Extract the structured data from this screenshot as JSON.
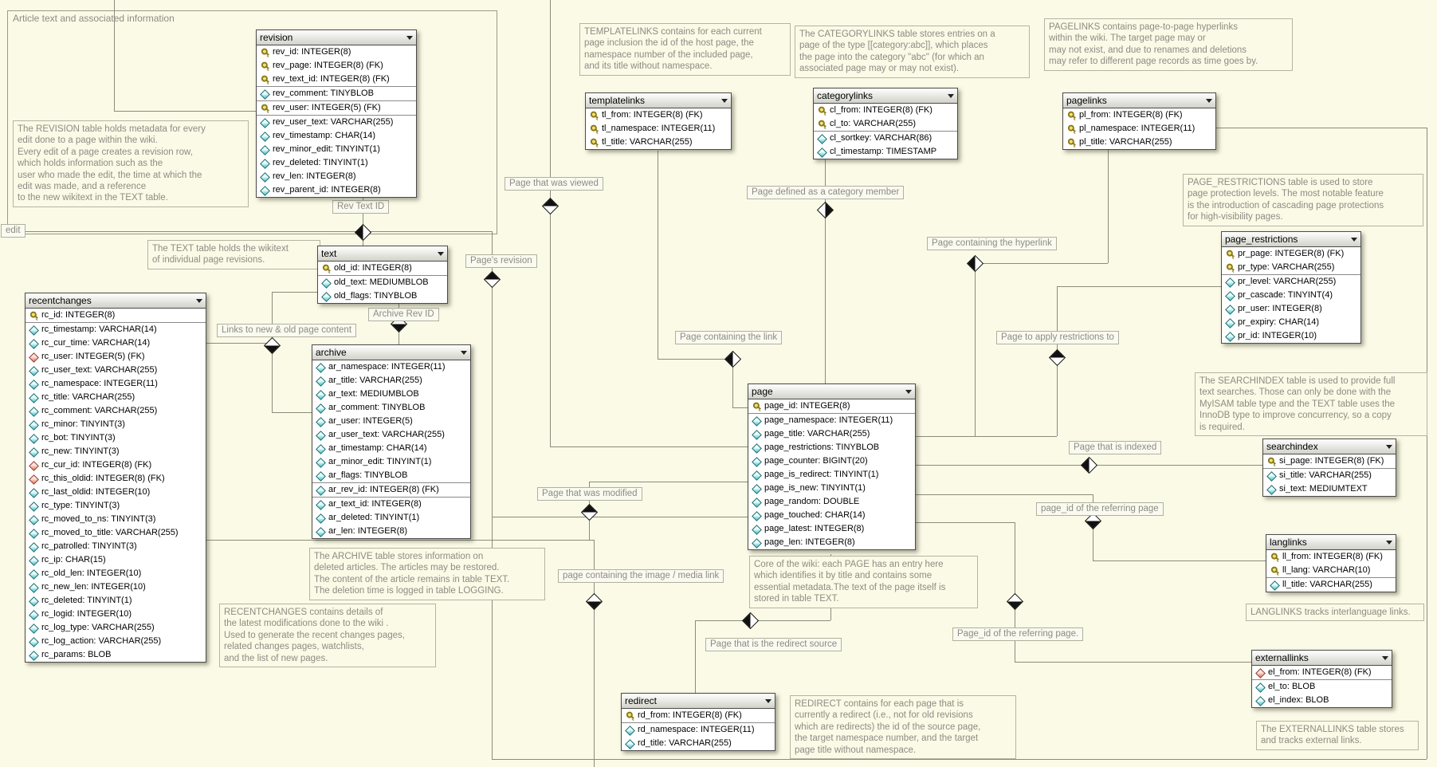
{
  "region": {
    "title": "Article text and associated information"
  },
  "labels": [
    {
      "id": "edit",
      "text": "edit"
    },
    {
      "id": "rev-text-id",
      "text": "Rev Text ID"
    },
    {
      "id": "page-viewed",
      "text": "Page that was viewed"
    },
    {
      "id": "pages-revision",
      "text": "Page's revision"
    },
    {
      "id": "archive-rev-id",
      "text": "Archive Rev ID"
    },
    {
      "id": "links-new-old",
      "text": "Links to new & old page content"
    },
    {
      "id": "category-member",
      "text": "Page defined as a category member"
    },
    {
      "id": "containing-hyperlink",
      "text": "Page containing the hyperlink"
    },
    {
      "id": "containing-link",
      "text": "Page containing the link"
    },
    {
      "id": "apply-restrictions",
      "text": "Page to apply restrictions to"
    },
    {
      "id": "indexed",
      "text": "Page that is indexed"
    },
    {
      "id": "referring-page-id-lang",
      "text": "page_id of the referring page"
    },
    {
      "id": "modified",
      "text": "Page that was modified"
    },
    {
      "id": "image-media-link",
      "text": "page containing the image / media link"
    },
    {
      "id": "redirect-source",
      "text": "Page that is the redirect source"
    },
    {
      "id": "referring-page-id-ext",
      "text": "Page_id of the referring page."
    }
  ],
  "notes": [
    {
      "id": "revision-note",
      "text": "The REVISION table holds metadata for every\nedit done to a page within the wiki.\nEvery edit of a page creates a revision row,\nwhich holds information such as the\nuser who made the edit, the time at which the\nedit was made, and a reference\nto the new wikitext in the TEXT table."
    },
    {
      "id": "text-note",
      "text": "The TEXT table holds the wikitext\nof individual page revisions."
    },
    {
      "id": "templatelinks-note",
      "text": "TEMPLATELINKS contains for each current\npage inclusion the id of the host page, the\nnamespace number of the included page,\nand its title without namespace."
    },
    {
      "id": "categorylinks-note",
      "text": "The CATEGORYLINKS table stores entries on a\npage of the type [[category:abc]], which places\nthe page into the category \"abc\" (for which an\nassociated page may or may not exist)."
    },
    {
      "id": "pagelinks-note",
      "text": "PAGELINKS contains page-to-page hyperlinks\nwithin the wiki. The target page may or\nmay not exist, and due to renames and deletions\nmay refer to different page records as time goes by."
    },
    {
      "id": "page-restrictions-note",
      "text": "PAGE_RESTRICTIONS table is used to store\npage protection levels. The most notable feature\nis the introduction of cascading page protections\nfor high-visibility pages."
    },
    {
      "id": "searchindex-note",
      "text": "The SEARCHINDEX table is used to provide full\ntext searches. Those can only be done with the\nMyISAM table type and the TEXT table uses the\nInnoDB type to improve concurrency, so a copy\nis required."
    },
    {
      "id": "archive-note",
      "text": "The ARCHIVE table stores information on\ndeleted articles. The articles may be restored.\nThe content of the article remains in table TEXT.\nThe deletion time is logged in table LOGGING."
    },
    {
      "id": "recentchanges-note",
      "text": "RECENTCHANGES contains details of\nthe latest modifications done to the wiki .\nUsed to generate the recent changes pages,\nrelated changes pages, watchlists,\nand the list of new pages."
    },
    {
      "id": "page-note",
      "text": "Core of the wiki: each PAGE has an entry here\nwhich identifies it by title and contains some\nessential metadata.The text of the page itself is\nstored in table TEXT."
    },
    {
      "id": "redirect-note",
      "text": "REDIRECT contains for each page that is\ncurrently a redirect (i.e., not for old revisions\nwhich are redirects) the id of the source page,\nthe target namespace number, and the target\npage title without namespace."
    },
    {
      "id": "langlinks-note",
      "text": "LANGLINKS tracks interlanguage links."
    },
    {
      "id": "externallinks-note",
      "text": "The EXTERNALLINKS table stores\nand tracks external links."
    }
  ],
  "tables": {
    "revision": {
      "title": "revision",
      "seps": [
        3,
        4,
        5
      ],
      "fields": [
        {
          "icon": "pk",
          "text": "rev_id: INTEGER(8)"
        },
        {
          "icon": "pk",
          "text": "rev_page: INTEGER(8) (FK)"
        },
        {
          "icon": "pk",
          "text": "rev_text_id: INTEGER(8) (FK)"
        },
        {
          "icon": "col",
          "text": "rev_comment: TINYBLOB"
        },
        {
          "icon": "pk",
          "text": "rev_user: INTEGER(5) (FK)"
        },
        {
          "icon": "col",
          "text": "rev_user_text: VARCHAR(255)"
        },
        {
          "icon": "col",
          "text": "rev_timestamp: CHAR(14)"
        },
        {
          "icon": "col",
          "text": "rev_minor_edit: TINYINT(1)"
        },
        {
          "icon": "col",
          "text": "rev_deleted: TINYINT(1)"
        },
        {
          "icon": "col",
          "text": "rev_len: INTEGER(8)"
        },
        {
          "icon": "col",
          "text": "rev_parent_id: INTEGER(8)"
        }
      ]
    },
    "text": {
      "title": "text",
      "seps": [
        1
      ],
      "fields": [
        {
          "icon": "pk",
          "text": "old_id: INTEGER(8)"
        },
        {
          "icon": "col",
          "text": "old_text: MEDIUMBLOB"
        },
        {
          "icon": "col",
          "text": "old_flags: TINYBLOB"
        }
      ]
    },
    "archive": {
      "title": "archive",
      "seps": [
        9,
        10
      ],
      "fields": [
        {
          "icon": "col",
          "text": "ar_namespace: INTEGER(11)"
        },
        {
          "icon": "col",
          "text": "ar_title: VARCHAR(255)"
        },
        {
          "icon": "col",
          "text": "ar_text: MEDIUMBLOB"
        },
        {
          "icon": "col",
          "text": "ar_comment: TINYBLOB"
        },
        {
          "icon": "col",
          "text": "ar_user: INTEGER(5)"
        },
        {
          "icon": "col",
          "text": "ar_user_text: VARCHAR(255)"
        },
        {
          "icon": "col",
          "text": "ar_timestamp: CHAR(14)"
        },
        {
          "icon": "col",
          "text": "ar_minor_edit: TINYINT(1)"
        },
        {
          "icon": "col",
          "text": "ar_flags: TINYBLOB"
        },
        {
          "icon": "col",
          "text": "ar_rev_id: INTEGER(8) (FK)"
        },
        {
          "icon": "col",
          "text": "ar_text_id: INTEGER(8)"
        },
        {
          "icon": "col",
          "text": "ar_deleted: TINYINT(1)"
        },
        {
          "icon": "col",
          "text": "ar_len: INTEGER(8)"
        }
      ]
    },
    "recentchanges": {
      "title": "recentchanges",
      "seps": [
        1
      ],
      "fields": [
        {
          "icon": "pk",
          "text": "rc_id: INTEGER(8)"
        },
        {
          "icon": "col",
          "text": "rc_timestamp: VARCHAR(14)"
        },
        {
          "icon": "col",
          "text": "rc_cur_time: VARCHAR(14)"
        },
        {
          "icon": "fk",
          "text": "rc_user: INTEGER(5) (FK)"
        },
        {
          "icon": "col",
          "text": "rc_user_text: VARCHAR(255)"
        },
        {
          "icon": "col",
          "text": "rc_namespace: INTEGER(11)"
        },
        {
          "icon": "col",
          "text": "rc_title: VARCHAR(255)"
        },
        {
          "icon": "col",
          "text": "rc_comment: VARCHAR(255)"
        },
        {
          "icon": "col",
          "text": "rc_minor: TINYINT(3)"
        },
        {
          "icon": "col",
          "text": "rc_bot: TINYINT(3)"
        },
        {
          "icon": "col",
          "text": "rc_new: TINYINT(3)"
        },
        {
          "icon": "fk",
          "text": "rc_cur_id: INTEGER(8) (FK)"
        },
        {
          "icon": "fk",
          "text": "rc_this_oldid: INTEGER(8) (FK)"
        },
        {
          "icon": "col",
          "text": "rc_last_oldid: INTEGER(10)"
        },
        {
          "icon": "col",
          "text": "rc_type: TINYINT(3)"
        },
        {
          "icon": "col",
          "text": "rc_moved_to_ns: TINYINT(3)"
        },
        {
          "icon": "col",
          "text": "rc_moved_to_title: VARCHAR(255)"
        },
        {
          "icon": "col",
          "text": "rc_patrolled: TINYINT(3)"
        },
        {
          "icon": "col",
          "text": "rc_ip: CHAR(15)"
        },
        {
          "icon": "col",
          "text": "rc_old_len: INTEGER(10)"
        },
        {
          "icon": "col",
          "text": "rc_new_len: INTEGER(10)"
        },
        {
          "icon": "col",
          "text": "rc_deleted: TINYINT(1)"
        },
        {
          "icon": "col",
          "text": "rc_logid: INTEGER(10)"
        },
        {
          "icon": "col",
          "text": "rc_log_type: VARCHAR(255)"
        },
        {
          "icon": "col",
          "text": "rc_log_action: VARCHAR(255)"
        },
        {
          "icon": "col",
          "text": "rc_params: BLOB"
        }
      ]
    },
    "templatelinks": {
      "title": "templatelinks",
      "seps": [],
      "fields": [
        {
          "icon": "pk",
          "text": "tl_from: INTEGER(8) (FK)"
        },
        {
          "icon": "pk",
          "text": "tl_namespace: INTEGER(11)"
        },
        {
          "icon": "pk",
          "text": "tl_title: VARCHAR(255)"
        }
      ]
    },
    "categorylinks": {
      "title": "categorylinks",
      "seps": [
        2
      ],
      "fields": [
        {
          "icon": "pk",
          "text": "cl_from: INTEGER(8) (FK)"
        },
        {
          "icon": "pk",
          "text": "cl_to: VARCHAR(255)"
        },
        {
          "icon": "col",
          "text": "cl_sortkey: VARCHAR(86)"
        },
        {
          "icon": "col",
          "text": "cl_timestamp: TIMESTAMP"
        }
      ]
    },
    "pagelinks": {
      "title": "pagelinks",
      "seps": [],
      "fields": [
        {
          "icon": "pk",
          "text": "pl_from: INTEGER(8) (FK)"
        },
        {
          "icon": "pk",
          "text": "pl_namespace: INTEGER(11)"
        },
        {
          "icon": "pk",
          "text": "pl_title: VARCHAR(255)"
        }
      ]
    },
    "page_restrictions": {
      "title": "page_restrictions",
      "seps": [
        2
      ],
      "fields": [
        {
          "icon": "pk",
          "text": "pr_page: INTEGER(8) (FK)"
        },
        {
          "icon": "pk",
          "text": "pr_type: VARCHAR(255)"
        },
        {
          "icon": "col",
          "text": "pr_level: VARCHAR(255)"
        },
        {
          "icon": "col",
          "text": "pr_cascade: TINYINT(4)"
        },
        {
          "icon": "col",
          "text": "pr_user: INTEGER(8)"
        },
        {
          "icon": "col",
          "text": "pr_expiry: CHAR(14)"
        },
        {
          "icon": "col",
          "text": "pr_id: INTEGER(10)"
        }
      ]
    },
    "page": {
      "title": "page",
      "seps": [
        1
      ],
      "fields": [
        {
          "icon": "pk",
          "text": "page_id: INTEGER(8)"
        },
        {
          "icon": "col",
          "text": "page_namespace: INTEGER(11)"
        },
        {
          "icon": "col",
          "text": "page_title: VARCHAR(255)"
        },
        {
          "icon": "col",
          "text": "page_restrictions: TINYBLOB"
        },
        {
          "icon": "col",
          "text": "page_counter: BIGINT(20)"
        },
        {
          "icon": "col",
          "text": "page_is_redirect: TINYINT(1)"
        },
        {
          "icon": "col",
          "text": "page_is_new: TINYINT(1)"
        },
        {
          "icon": "col",
          "text": "page_random: DOUBLE"
        },
        {
          "icon": "col",
          "text": "page_touched: CHAR(14)"
        },
        {
          "icon": "col",
          "text": "page_latest: INTEGER(8)"
        },
        {
          "icon": "col",
          "text": "page_len: INTEGER(8)"
        }
      ]
    },
    "searchindex": {
      "title": "searchindex",
      "seps": [
        1
      ],
      "fields": [
        {
          "icon": "pk",
          "text": "si_page: INTEGER(8) (FK)"
        },
        {
          "icon": "col",
          "text": "si_title: VARCHAR(255)"
        },
        {
          "icon": "col",
          "text": "si_text: MEDIUMTEXT"
        }
      ]
    },
    "langlinks": {
      "title": "langlinks",
      "seps": [
        2
      ],
      "fields": [
        {
          "icon": "pk",
          "text": "ll_from: INTEGER(8) (FK)"
        },
        {
          "icon": "pk",
          "text": "ll_lang: VARCHAR(10)"
        },
        {
          "icon": "col",
          "text": "ll_title: VARCHAR(255)"
        }
      ]
    },
    "externallinks": {
      "title": "externallinks",
      "seps": [
        1
      ],
      "fields": [
        {
          "icon": "fk",
          "text": "el_from: INTEGER(8) (FK)"
        },
        {
          "icon": "col",
          "text": "el_to: BLOB"
        },
        {
          "icon": "col",
          "text": "el_index: BLOB"
        }
      ]
    },
    "redirect": {
      "title": "redirect",
      "seps": [
        1
      ],
      "fields": [
        {
          "icon": "pk",
          "text": "rd_from: INTEGER(8) (FK)"
        },
        {
          "icon": "col",
          "text": "rd_namespace: INTEGER(11)"
        },
        {
          "icon": "col",
          "text": "rd_title: VARCHAR(255)"
        }
      ]
    }
  }
}
